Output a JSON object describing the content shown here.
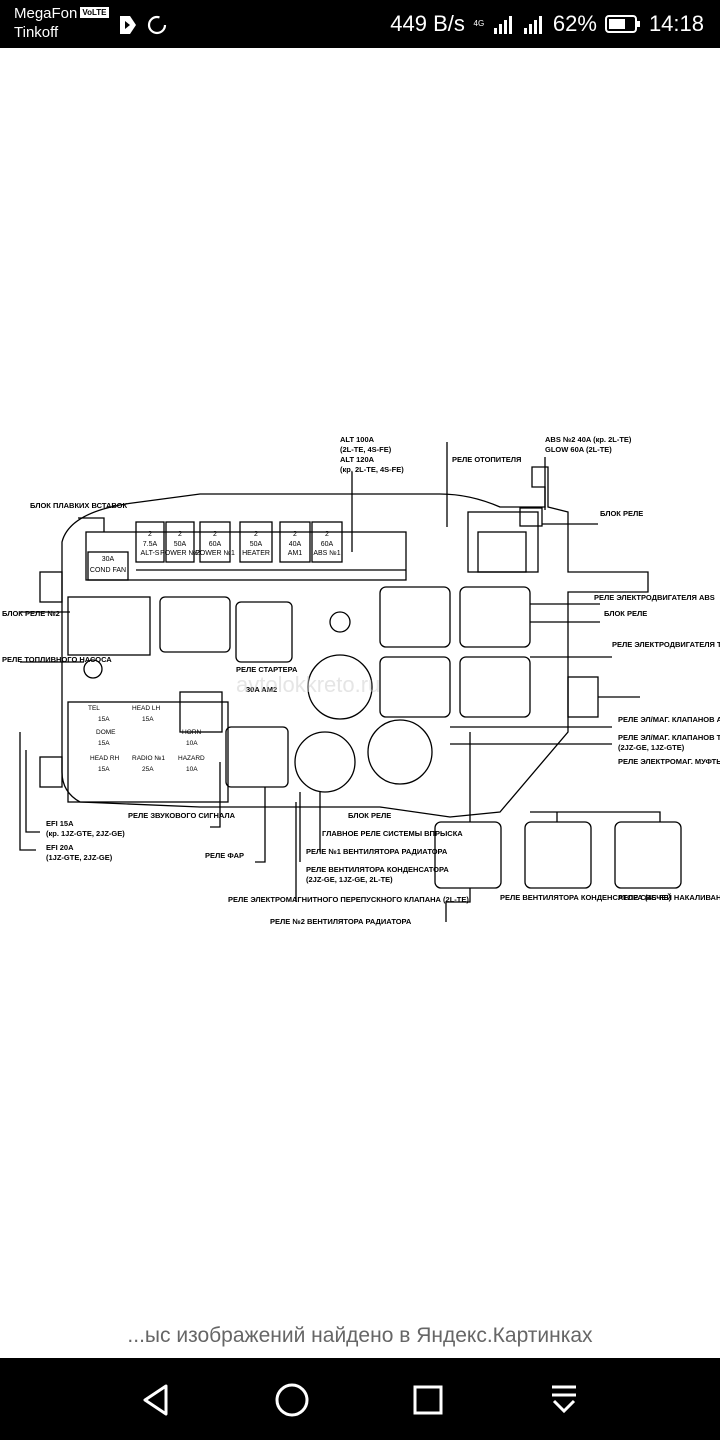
{
  "status_bar": {
    "carrier_1": "MegaFon",
    "volte": "VoLTE",
    "carrier_2": "Tinkoff",
    "net_speed": "449 B/s",
    "net_type": "4G",
    "battery": "62%",
    "time": "14:18"
  },
  "diagram": {
    "watermark": "avtolokkreto.ru",
    "fuse_labels": [
      {
        "top": "2",
        "amp": "7.5A",
        "name": "ALT-S"
      },
      {
        "top": "2",
        "amp": "50A",
        "name": "POWER №2"
      },
      {
        "top": "2",
        "amp": "60A",
        "name": "POWER №1"
      },
      {
        "top": "2",
        "amp": "50A",
        "name": "HEATER"
      },
      {
        "top": "2",
        "amp": "40A",
        "name": "AM1"
      },
      {
        "top": "2",
        "amp": "60A",
        "name": "ABS №1"
      }
    ],
    "cond_fan_amp": "30A",
    "cond_fan_name": "COND FAN",
    "callouts": {
      "fusible_block": "БЛОК ПЛАВКИХ ВСТАВОК",
      "alt_line1": "ALT 100A",
      "alt_line2": "(2L-TE, 4S-FE)",
      "alt_line3": "ALT 120A",
      "alt_line4": "(кр. 2L-TE, 4S-FE)",
      "heater_relay": "РЕЛЕ ОТОПИТЕЛЯ",
      "abs2_line1": "ABS №2  40A (кр. 2L-TE)",
      "abs2_line2": "GLOW 60A (2L-TE)",
      "relay_block_right": "БЛОК РЕЛЕ",
      "abs_motor_relay": "РЕЛЕ ЭЛЕКТРОДВИГАТЕЛЯ ABS",
      "relay_block_right2": "БЛОК РЕЛЕ",
      "relay_block_2": "БЛОК РЕЛЕ №2",
      "fuel_pump_relay": "РЕЛЕ ТОПЛИВНОГО НАСОСА",
      "starter_relay": "РЕЛЕ СТАРТЕРА",
      "am2": "30A AM2",
      "trc_motor_relay": "РЕЛЕ ЭЛЕКТРОДВИГАТЕЛЯ TRC",
      "abs_valve_relay": "РЕЛЕ ЭЛ/МАГ. КЛАПАНОВ ABS",
      "trc_valve_relay": "РЕЛЕ ЭЛ/МАГ. КЛАПАНОВ TRC",
      "trc_valve_note": "(2JZ-GE, 1JZ-GTE)",
      "clutch_relay": "РЕЛЕ ЭЛЕКТРОМАГ. МУФТЫ",
      "efi15": "EFI  15A",
      "efi15_note": "(кр. 1JZ-GTE, 2JZ-GE)",
      "efi20": "EFI  20A",
      "efi20_note": "(1JZ-GTE, 2JZ-GE)",
      "horn_relay": "РЕЛЕ ЗВУКОВОГО СИГНАЛА",
      "headlight_relay": "РЕЛЕ ФАР",
      "relay_block_center": "БЛОК РЕЛЕ",
      "main_efi_relay": "ГЛАВНОЕ РЕЛЕ СИСТЕМЫ ВПРЫСКА",
      "fan1_relay": "РЕЛЕ №1 ВЕНТИЛЯТОРА РАДИАТОРА",
      "cond_fan_relay": "РЕЛЕ ВЕНТИЛЯТОРА КОНДЕНСАТОРА",
      "cond_fan_note": "(2JZ-GE, 1JZ-GE, 2L-TE)",
      "bypass_valve_relay": "РЕЛЕ ЭЛЕКТРОМАГНИТНОГО ПЕРЕПУСКНОГО КЛАПАНА (2L-TE)",
      "fan2_relay": "РЕЛЕ №2 ВЕНТИЛЯТОРА РАДИАТОРА",
      "cond_fan_relay_4s": "РЕЛЕ ВЕНТИЛЯТОРА КОНДЕНСАТОРА (4S-FE)",
      "glow_relay": "РЕЛЕ СВЕЧЕЙ НАКАЛИВАНИЯ"
    },
    "small_fuses": [
      {
        "name": "TEL",
        "amp": "15A"
      },
      {
        "name": "HEAD LH",
        "amp": "15A"
      },
      {
        "name": "DOME",
        "amp": "15A"
      },
      {
        "name": "HORN",
        "amp": "10A"
      },
      {
        "name": "HEAD RH",
        "amp": "15A"
      },
      {
        "name": "RADIO №1",
        "amp": "25A"
      },
      {
        "name": "HAZARD",
        "amp": "10A"
      }
    ]
  },
  "caption": "...ыс изображений найдено в Яндекс.Картинках",
  "nav": {
    "back": "back",
    "home": "home",
    "recents": "recents",
    "notifications": "notifications"
  }
}
